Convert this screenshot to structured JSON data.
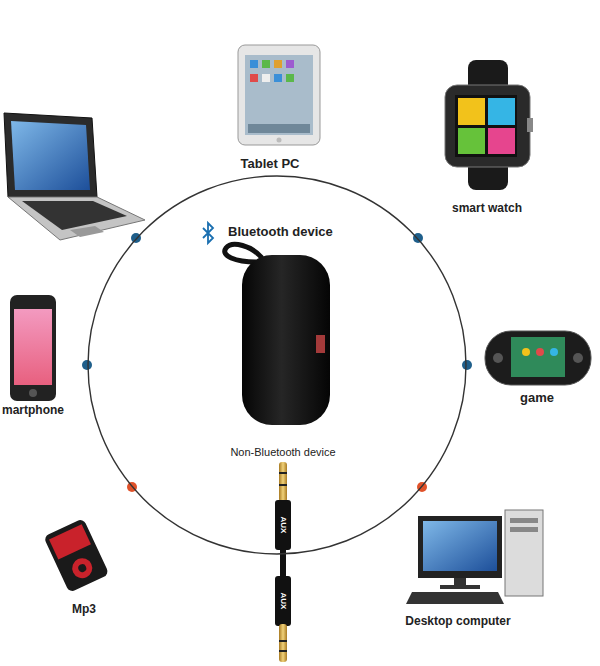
{
  "diagram": {
    "nodes": [
      {
        "text": [
          "Bluetooth device",
          "Non-Bluetooth device"
        ]
      }
    ],
    "labels": [
      "Tablet PC",
      "smart watch",
      "martphone",
      "game",
      "AUX",
      "AUX",
      "Mp3",
      "Desktop computer"
    ]
  }
}
